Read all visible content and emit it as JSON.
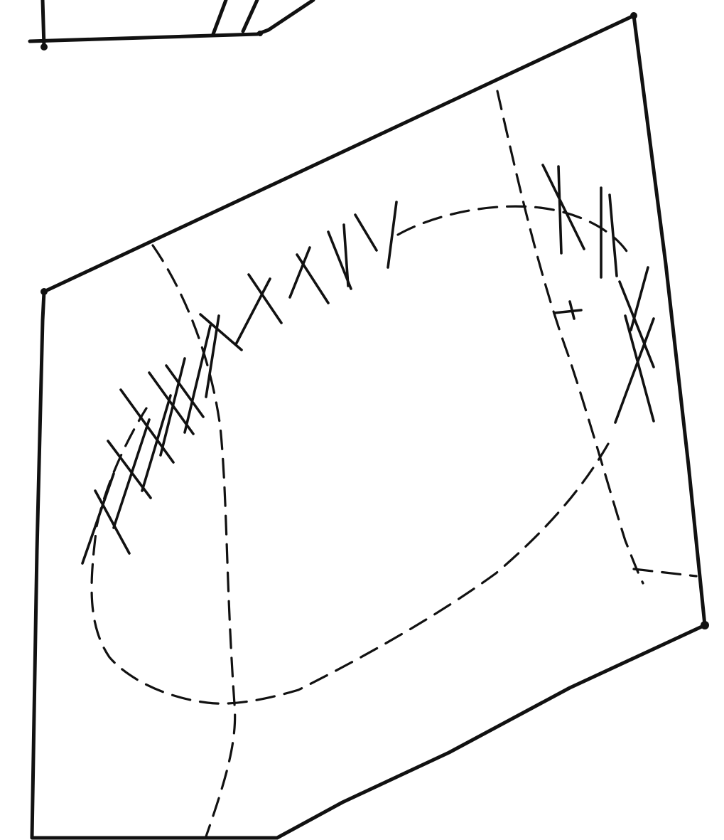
{
  "drawing": {
    "kind": "hand-drawn line sketch",
    "colors": {
      "ink": "#111111",
      "paper": "#ffffff"
    },
    "elements": [
      "upper-fragment-outline",
      "main-panel-outline",
      "dashed-oval-seam",
      "dashed-left-curve",
      "dashed-right-line",
      "cross-stitch-marks"
    ]
  }
}
